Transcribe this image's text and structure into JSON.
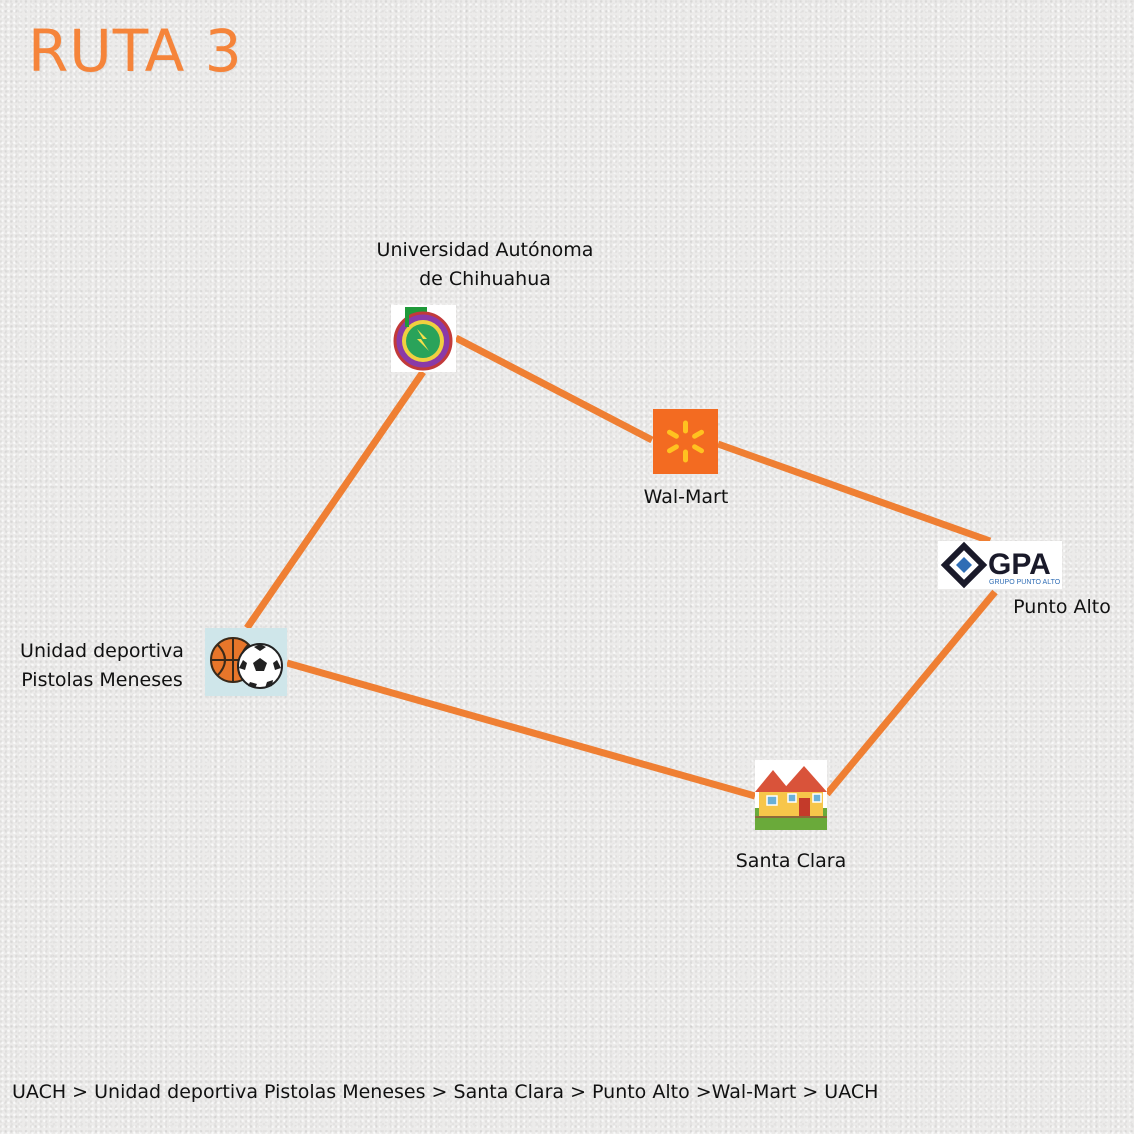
{
  "title": "RUTA 3",
  "colors": {
    "title": "#f5843a",
    "route_line": "#ef7f33",
    "walmart_bg": "#f36b21",
    "walmart_spark": "#ffc220",
    "sports_bg": "#cfe6ea",
    "uach_green": "#1f9a3a"
  },
  "nodes": {
    "uach": {
      "label_line1": "Universidad Autónoma",
      "label_line2": "de Chihuahua",
      "icon": "university-seal-icon"
    },
    "walmart": {
      "label": "Wal-Mart",
      "icon": "walmart-spark-icon"
    },
    "punto_alto": {
      "label": "Punto Alto",
      "logo_text": "GPA",
      "logo_subtext": "GRUPO PUNTO ALTO",
      "icon": "gpa-logo-icon"
    },
    "santa_clara": {
      "label": "Santa Clara",
      "icon": "houses-icon"
    },
    "deportiva": {
      "label_line1": "Unidad deportiva",
      "label_line2": "Pistolas Meneses",
      "icon": "sports-balls-icon"
    }
  },
  "route_text": "UACH >  Unidad deportiva Pistolas Meneses > Santa Clara > Punto Alto >Wal-Mart > UACH"
}
